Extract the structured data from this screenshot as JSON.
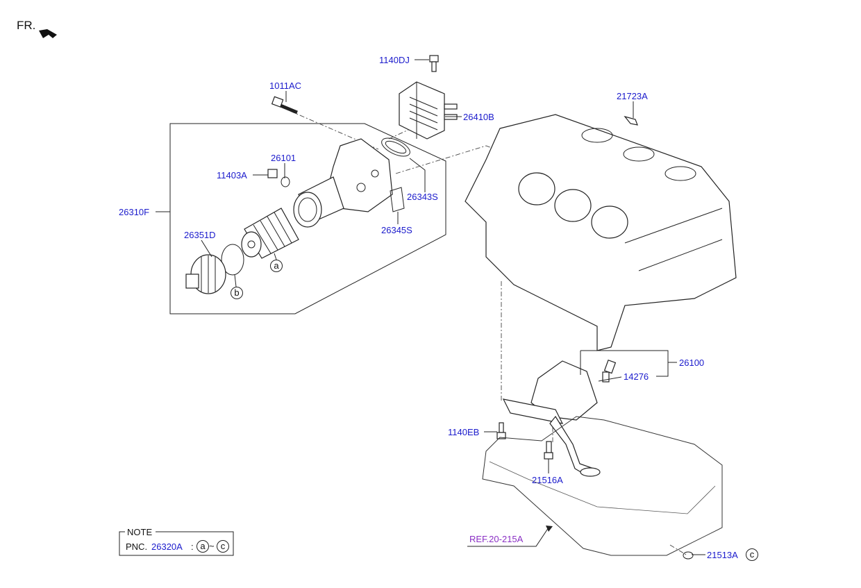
{
  "orientation": {
    "text": "FR."
  },
  "labels": {
    "p1140DJ": "1140DJ",
    "p1011AC": "1011AC",
    "p26410B": "26410B",
    "p21723A": "21723A",
    "p26101": "26101",
    "p11403A": "11403A",
    "p26343S": "26343S",
    "p26310F": "26310F",
    "p26345S": "26345S",
    "p26351D": "26351D",
    "p26100": "26100",
    "p14276": "14276",
    "p1140EB": "1140EB",
    "p21516A": "21516A",
    "p21513A": "21513A"
  },
  "callouts": {
    "a": "a",
    "b": "b",
    "c": "c"
  },
  "reference": {
    "text": "REF.20-215A"
  },
  "note": {
    "title": "NOTE",
    "pnc_prefix": "PNC.",
    "pnc_code": "26320A",
    "colon": ":",
    "range_start": "a",
    "range_sep": "~",
    "range_end": "c"
  }
}
